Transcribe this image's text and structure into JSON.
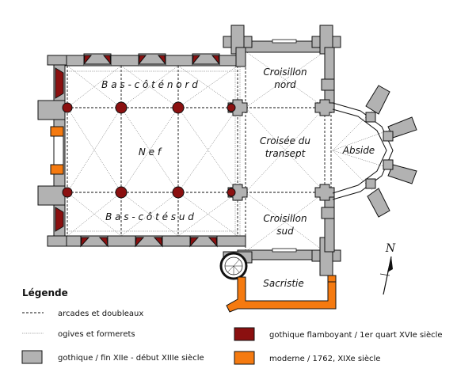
{
  "rooms": {
    "bas_cote_nord": "B a s - c ô t é   n o r d",
    "nef": "N e f",
    "bas_cote_sud": "B a s - c ô t é   s u d",
    "croisillon_nord_1": "Croisillon",
    "croisillon_nord_2": "nord",
    "croisee_1": "Croisée du",
    "croisee_2": "transept",
    "croisillon_sud_1": "Croisillon",
    "croisillon_sud_2": "sud",
    "abside": "Abside",
    "sacristie": "Sacristie"
  },
  "compass": {
    "label": "N"
  },
  "legend": {
    "title": "Légende",
    "arcades": "arcades et doubleaux",
    "ogives": "ogives et formerets",
    "gothique_early": "gothique / fin XIIe - début XIIIe siècle",
    "gothique_flamboyant": "gothique flamboyant / 1er quart XVIe siècle",
    "moderne": "moderne / 1762, XIXe siècle"
  },
  "colors": {
    "gothique_early": "#b2b2b2",
    "gothique_flamboyant": "#8b1010",
    "moderne": "#f57a10"
  }
}
